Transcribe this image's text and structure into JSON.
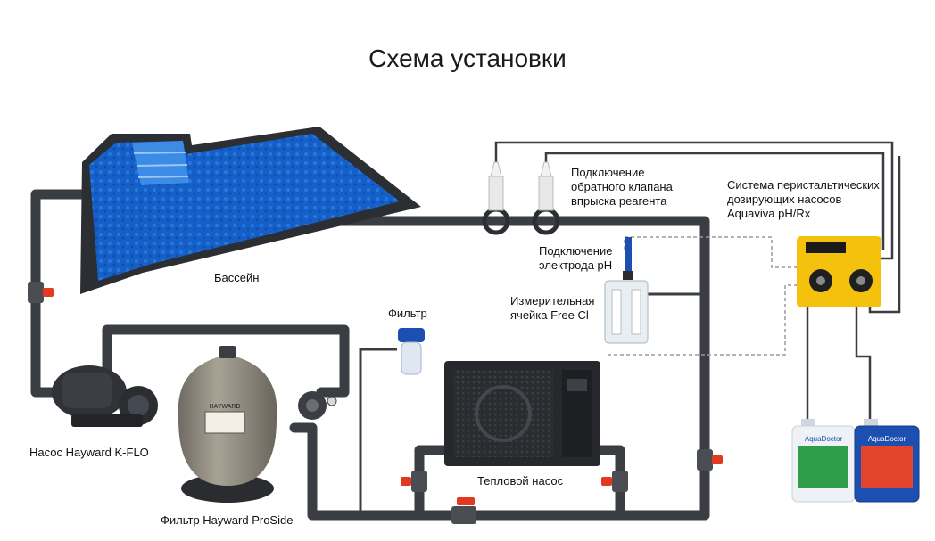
{
  "title": "Схема установки",
  "labels": {
    "pool": "Бассейн",
    "filter_small": "Фильтр",
    "pump": "Насос Hayward K-FLO",
    "sand_filter": "Фильтр Hayward ProSide",
    "heat_pump": "Тепловой насос",
    "check_valve": [
      "Подключение",
      "обратного клапана",
      "впрыска реагента"
    ],
    "ph_electrode": [
      "Подключение",
      "электрода pH"
    ],
    "measure_cell": [
      "Измерительная",
      "ячейка Free Cl"
    ],
    "dosing_system": [
      "Система перистальтических",
      "дозирующих насосов",
      "Aquaviva pH/Rx"
    ]
  },
  "canister_brand": "AquaDoctor",
  "sand_filter_brand": "HAYWARD",
  "colors": {
    "pipe": "#3a3d42",
    "valve_red": "#e23a1f",
    "pool_blue": "#1560c8",
    "pool_frame": "#2b2e33",
    "dosing_yellow": "#f4c20d",
    "canister_white": "#eef2f6",
    "canister_blue": "#1d4fb0",
    "filter_gray": "#8f8a80"
  }
}
